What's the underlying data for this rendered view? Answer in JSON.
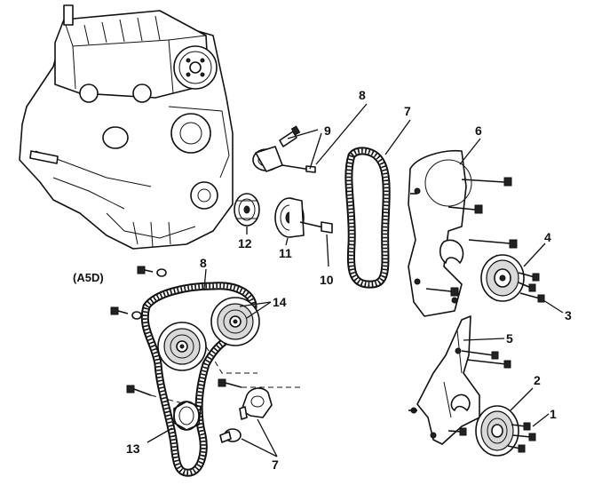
{
  "diagram": {
    "variant_label": "(A5D)",
    "callouts": {
      "c1": "1",
      "c2": "2",
      "c3": "3",
      "c4": "4",
      "c5": "5",
      "c6": "6",
      "c7_top": "7",
      "c8_top": "8",
      "c9": "9",
      "c10": "10",
      "c11": "11",
      "c12": "12",
      "c8_bottom": "8",
      "c13": "13",
      "c14": "14",
      "c7_bottom": "7"
    }
  }
}
